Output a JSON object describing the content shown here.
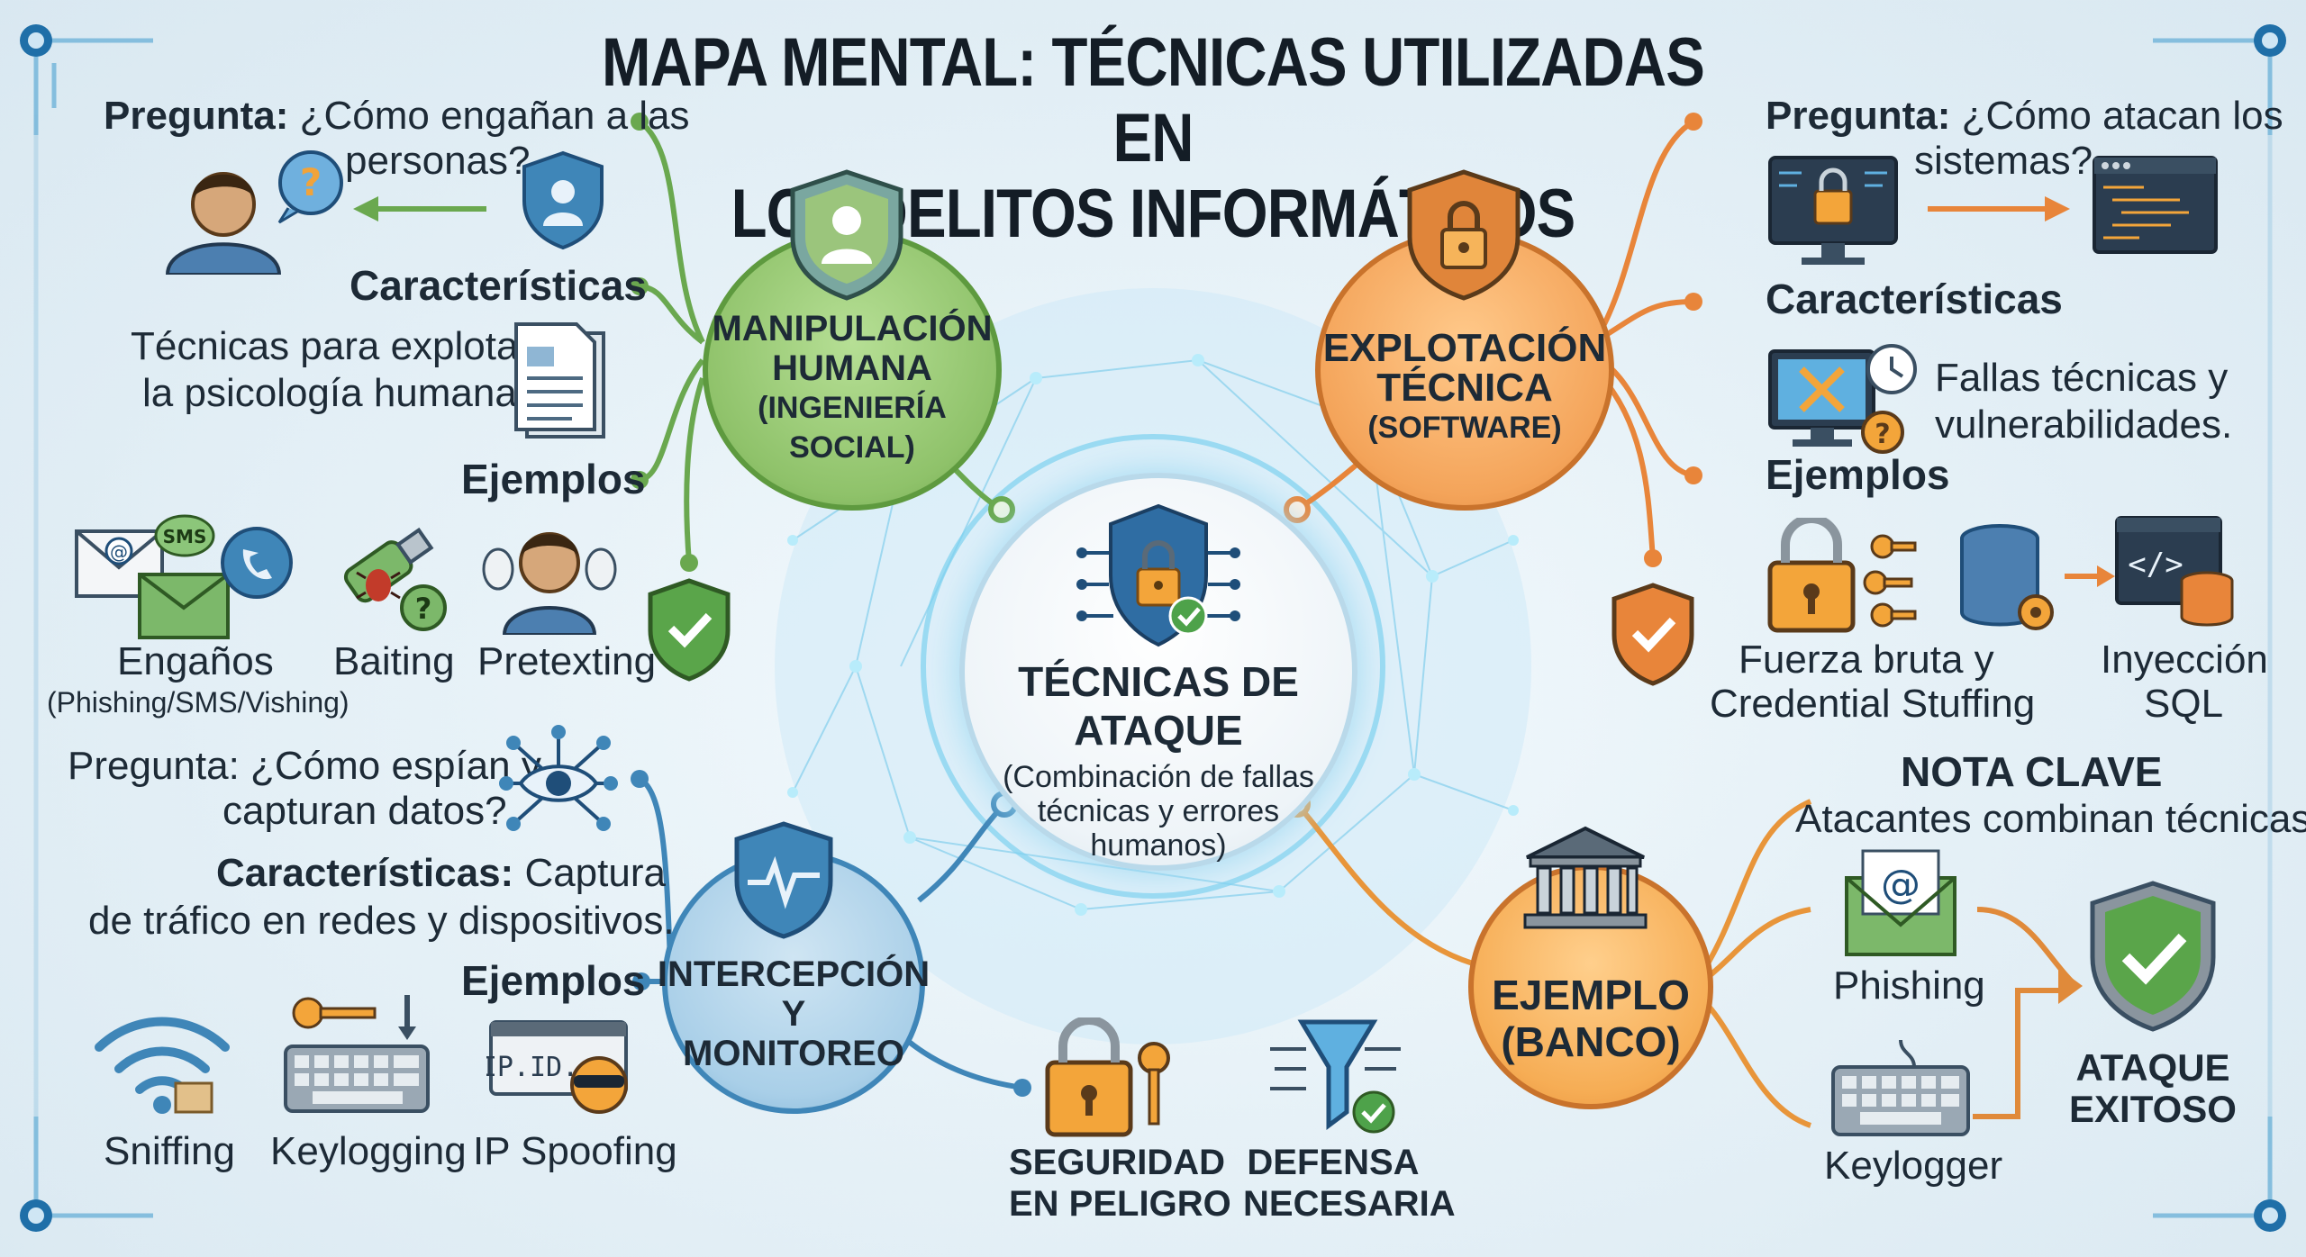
{
  "title_line1": "MAPA MENTAL: TÉCNICAS UTILIZADAS EN",
  "title_line2": "LOS DELITOS INFORMÁTICOS",
  "center": {
    "title": "TÉCNICAS DE ATAQUE",
    "subtitle_1": "(Combinación de fallas",
    "subtitle_2": "técnicas y errores",
    "subtitle_3": "humanos)"
  },
  "manipulacion": {
    "node_1": "MANIPULACIÓN",
    "node_2": "HUMANA",
    "node_3": "(INGENIERÍA",
    "node_4": "SOCIAL)",
    "pregunta_label": "Pregunta:",
    "pregunta_1": "¿Cómo engañan a las",
    "pregunta_2": "personas?",
    "caracteristicas_label": "Características",
    "caracteristicas_1": "Técnicas para explotar",
    "caracteristicas_2": "la psicología humana.",
    "ejemplos_label": "Ejemplos",
    "ex1": "Engaños",
    "ex1_sub": "(Phishing/SMS/Vishing)",
    "ex2": "Baiting",
    "ex3": "Pretexting",
    "sms_badge": "SMS"
  },
  "explotacion": {
    "node_1": "EXPLOTACIÓN",
    "node_2": "TÉCNICA",
    "node_3": "(SOFTWARE)",
    "pregunta_label": "Pregunta:",
    "pregunta_1": "¿Cómo atacan los",
    "pregunta_2": "sistemas?",
    "caracteristicas_label": "Características",
    "caracteristicas_1": "Fallas técnicas y",
    "caracteristicas_2": "vulnerabilidades.",
    "ejemplos_label": "Ejemplos",
    "ex1_1": "Fuerza bruta y",
    "ex1_2": "Credential Stuffing",
    "ex2_1": "Inyección",
    "ex2_2": "SQL"
  },
  "interceptacion": {
    "node_1": "INTERCEPCIÓN",
    "node_2": "Y MONITOREO",
    "pregunta_1": "Pregunta: ¿Cómo espían y",
    "pregunta_2": "capturan datos?",
    "caracteristicas_label": "Características:",
    "caracteristicas_1": "Captura",
    "caracteristicas_2": "de tráfico en redes y dispositivos.",
    "ejemplos_label": "Ejemplos",
    "ex1": "Sniffing",
    "ex2": "Keylogging",
    "ex3": "IP Spoofing",
    "ip_tag": "IP.ID."
  },
  "banco": {
    "node_1": "EJEMPLO",
    "node_2": "(BANCO)",
    "nota_title": "NOTA CLAVE",
    "nota_text": "Atacantes combinan técnicas",
    "phishing": "Phishing",
    "keylogger": "Keylogger",
    "result_1": "ATAQUE",
    "result_2": "EXITOSO"
  },
  "bottom": {
    "seguridad_1": "SEGURIDAD",
    "seguridad_2": "EN PELIGRO",
    "defensa_1": "DEFENSA",
    "defensa_2": "NECESARIA"
  },
  "colors": {
    "green": "#6aa84f",
    "orange": "#e8853a",
    "blue": "#3f86b8",
    "navy": "#1f4e79"
  }
}
